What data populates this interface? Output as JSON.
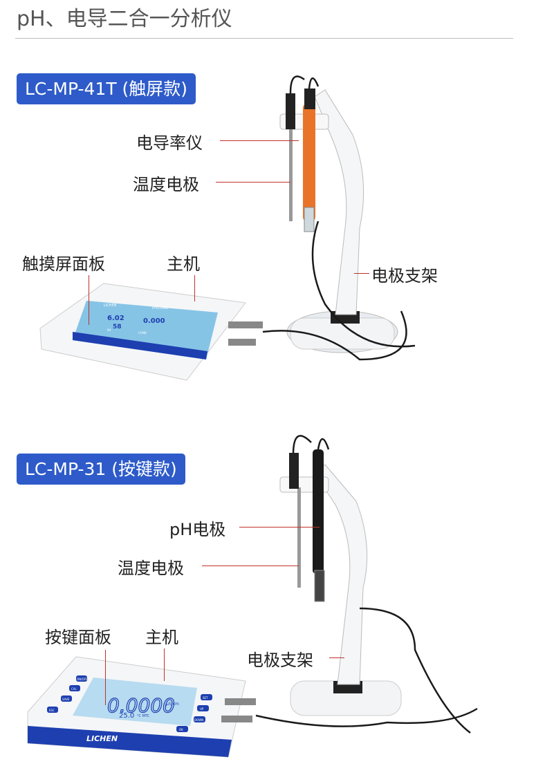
{
  "title": "pH、电导二合一分析仪",
  "accent_color": "#2e5bc9",
  "models": [
    {
      "badge": "LC-MP-41T (触屏款)",
      "callouts": {
        "probe": "电导率仪",
        "temp": "温度电极",
        "panel": "触摸屏面板",
        "host": "主机",
        "stand": "电极支架"
      },
      "screen": {
        "brand": "LICHEN",
        "mode": "PH/COND",
        "ph_value": "6.02",
        "mv_value": "58",
        "cond_value": "0.000",
        "btn_ph": "PH",
        "btn_cond": "COND"
      }
    },
    {
      "badge": "LC-MP-31 (按键款)",
      "callouts": {
        "probe": "pH电极",
        "temp": "温度电极",
        "panel": "按键面板",
        "host": "主机",
        "stand": "电极支架"
      },
      "screen": {
        "reading": "0.0000",
        "unit": "μS/cm",
        "temp": "25.0",
        "temp_unit": "°C MTC",
        "brand": "LICHEN",
        "left_keys": [
          "ON/OFF",
          "CAL",
          "SAVE",
          "ESC"
        ],
        "right_keys": [
          "SET",
          "UP",
          "DOWN",
          "OK"
        ]
      }
    }
  ]
}
